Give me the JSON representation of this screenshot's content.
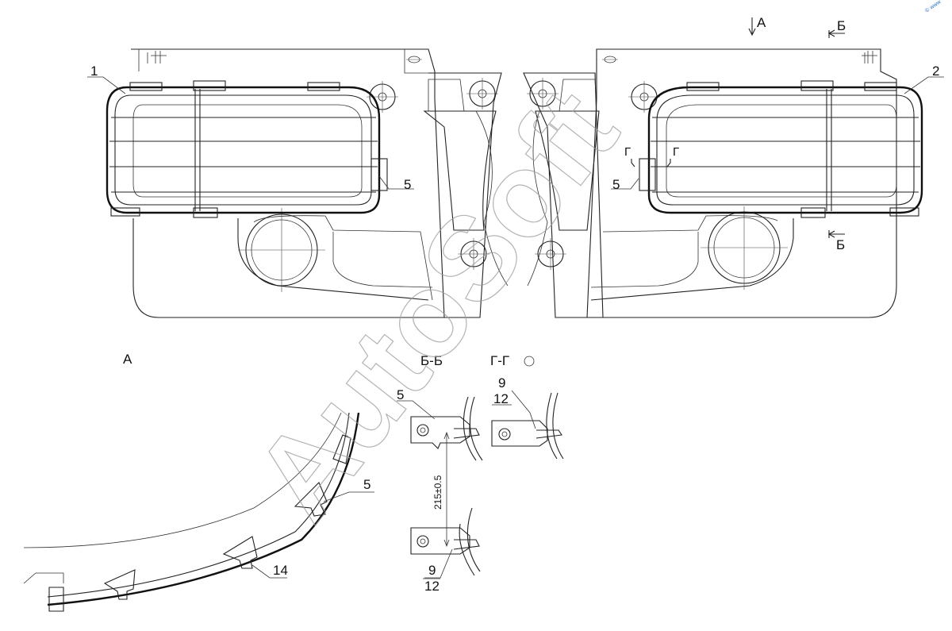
{
  "labels": {
    "part_1": "1",
    "part_2": "2",
    "part_5_left": "5",
    "part_5_right": "5",
    "part_5_section": "5",
    "part_5_detail": "5",
    "part_14": "14",
    "part_9_top": "9",
    "part_12_top": "12",
    "part_9_bottom": "9",
    "part_12_bottom": "12"
  },
  "views": {
    "view_a_arrow": "А",
    "view_a_title": "А",
    "section_b_top": "Б",
    "section_b_bottom": "Б",
    "section_b_title": "Б-Б",
    "section_g_left": "Г",
    "section_g_right": "Г",
    "section_g_title": "Г-Г"
  },
  "dimension": "215±0.5",
  "watermark": "AutoSoft",
  "corner_mark": "© www"
}
